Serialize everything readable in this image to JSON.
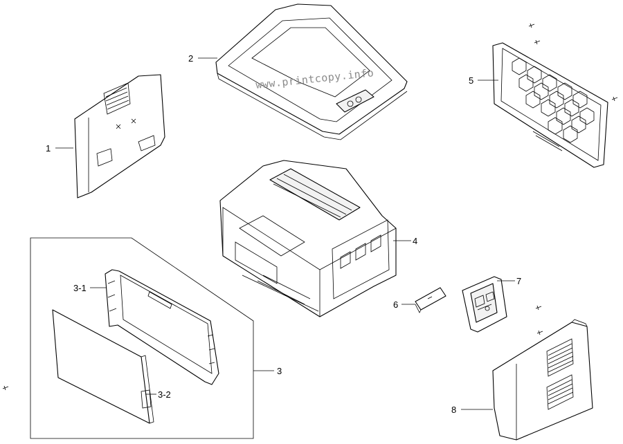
{
  "watermark": "www.printcopy.info",
  "callouts": {
    "c1": "1",
    "c2": "2",
    "c3": "3",
    "c3_1": "3-1",
    "c3_2": "3-2",
    "c4": "4",
    "c5": "5",
    "c6": "6",
    "c7": "7",
    "c8": "8"
  }
}
